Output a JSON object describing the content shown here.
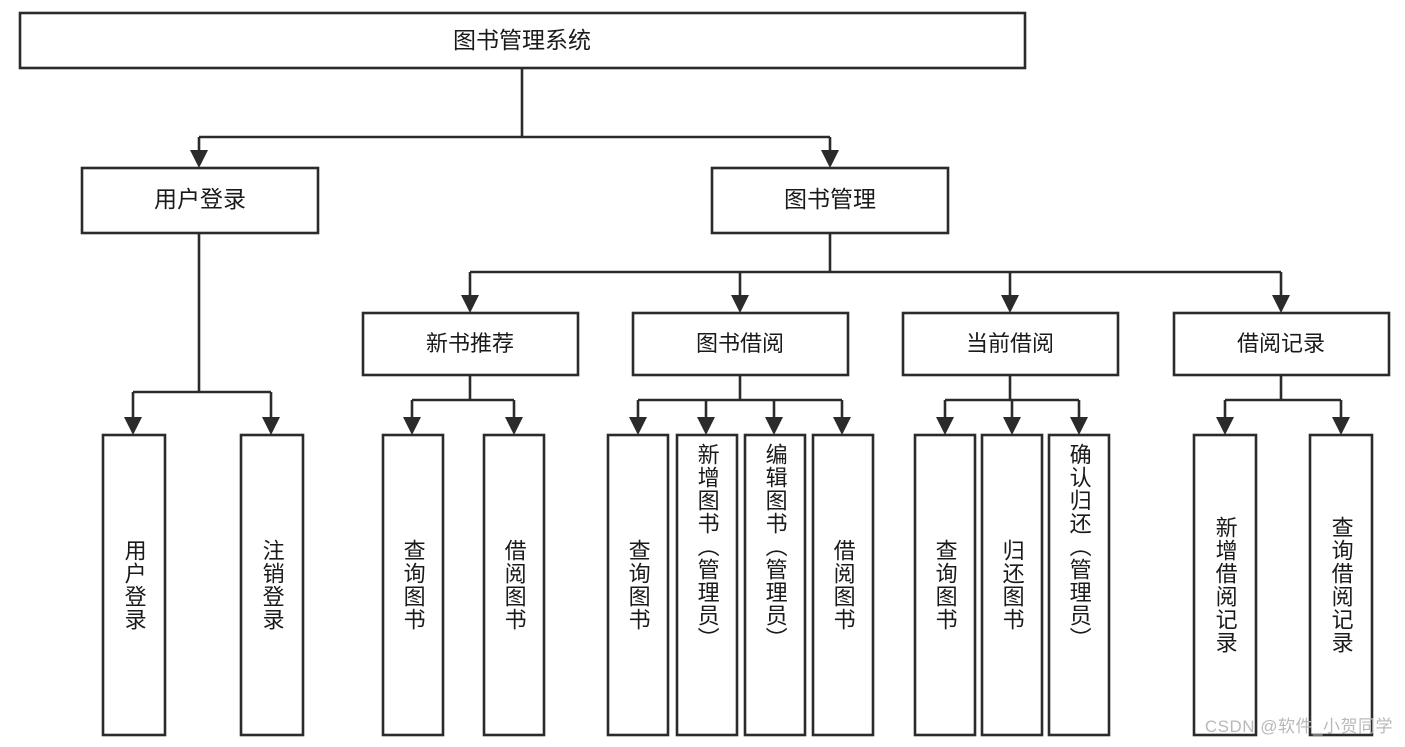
{
  "diagram": {
    "type": "tree",
    "title": "图书管理系统",
    "watermark": "CSDN @软件_小贺同学",
    "colors": {
      "box_stroke": "#2b2b2b",
      "box_fill": "#ffffff",
      "text": "#1a1a1a",
      "background": "#ffffff",
      "watermark": "#b9b9b9"
    },
    "root": {
      "label": "图书管理系统"
    },
    "level1": [
      {
        "label": "用户登录"
      },
      {
        "label": "图书管理"
      }
    ],
    "level2": [
      {
        "label": "新书推荐"
      },
      {
        "label": "图书借阅"
      },
      {
        "label": "当前借阅"
      },
      {
        "label": "借阅记录"
      }
    ],
    "leaves": {
      "user_login": [
        {
          "label": "用户登录"
        },
        {
          "label": "注销登录"
        }
      ],
      "new_book_recommend": [
        {
          "label": "查询图书"
        },
        {
          "label": "借阅图书"
        }
      ],
      "book_borrow": [
        {
          "label": "查询图书"
        },
        {
          "label": "新增图书（管理员）"
        },
        {
          "label": "编辑图书（管理员）"
        },
        {
          "label": "借阅图书"
        }
      ],
      "current_borrow": [
        {
          "label": "查询图书"
        },
        {
          "label": "归还图书"
        },
        {
          "label": "确认归还（管理员）"
        }
      ],
      "borrow_record": [
        {
          "label": "新增借阅记录"
        },
        {
          "label": "查询借阅记录"
        }
      ]
    }
  }
}
